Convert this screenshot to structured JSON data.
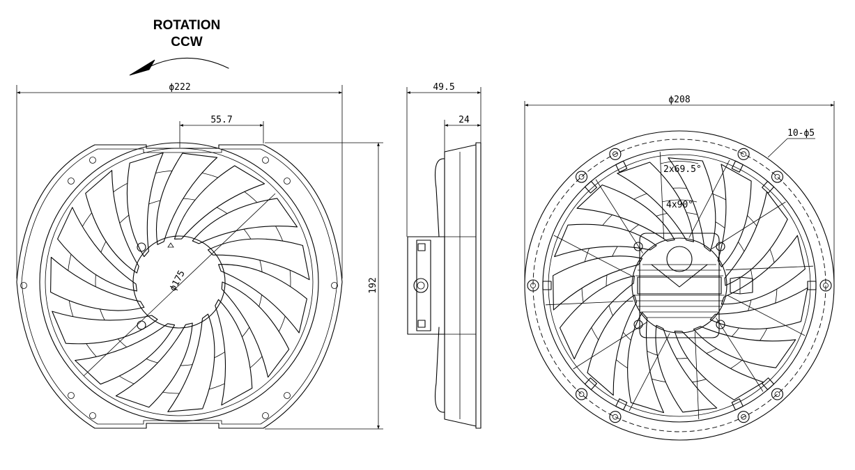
{
  "rotation": {
    "line1": "ROTATION",
    "line2": "CCW"
  },
  "front_view": {
    "overall_diameter": "ϕ222",
    "slot_spacing": "55.7",
    "height": "192",
    "hub_diameter": "ϕ175"
  },
  "side_view": {
    "overall_depth": "49.5",
    "shroud_depth": "24"
  },
  "rear_view": {
    "overall_diameter": "ϕ208",
    "mounting_holes": "10-ϕ5",
    "angle_a": "2x69.5°",
    "angle_b": "4x90°"
  }
}
